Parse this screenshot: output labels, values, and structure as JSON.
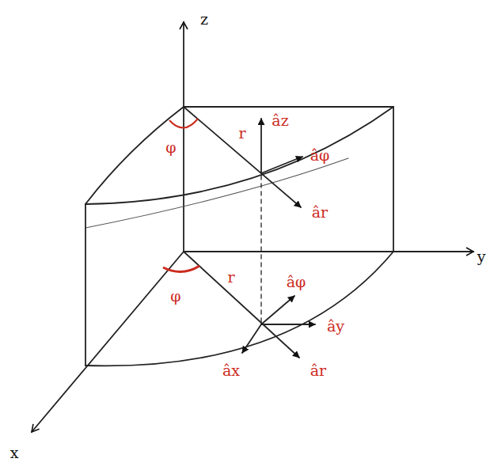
{
  "diagram": {
    "labels": [
      "z",
      "y",
      "x",
      "φ",
      "r",
      "âz",
      "âφ",
      "âr",
      "φ",
      "r",
      "âφ",
      "ây",
      "âx",
      "âr"
    ]
  }
}
